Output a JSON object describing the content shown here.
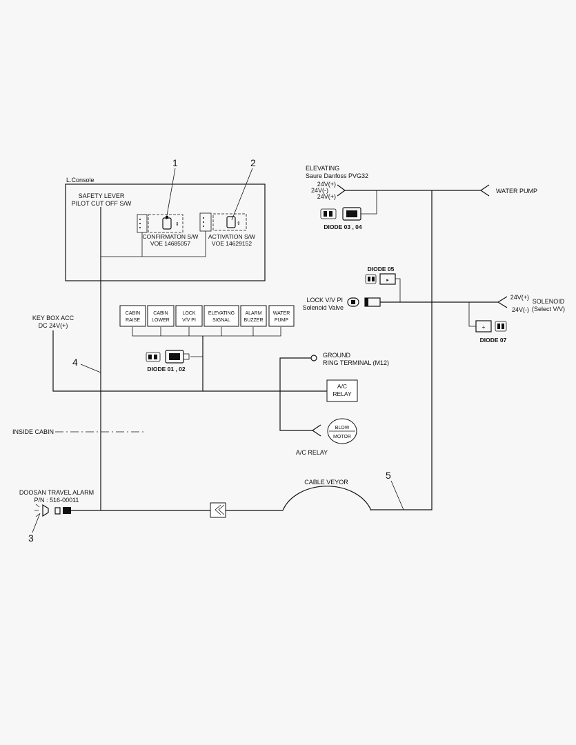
{
  "callouts": [
    "1",
    "2",
    "3",
    "4",
    "5"
  ],
  "console": {
    "title": "L.Console",
    "safety_lever_line1": "SAFETY LEVER",
    "safety_lever_line2": "PILOT CUT OFF S/W",
    "confirmation_line1": "CONFIRMATON S/W",
    "confirmation_line2": "VOE 14685057",
    "activation_line1": "ACTIVATION S/W",
    "activation_line2": "VOE 14629152"
  },
  "elevating": {
    "line1": "ELEVATING",
    "line2": "Saure Danfoss PVG32",
    "pins": [
      "24V(+)",
      "24V(-)",
      "24V(+)"
    ],
    "diode": "DIODE 03 , 04"
  },
  "water_pump": "WATER PUMP",
  "diode_05": "DIODE 05",
  "lock_valve": {
    "line1": "LOCK V/V PI",
    "line2": "Solenoid Valve"
  },
  "solenoid": {
    "pins": [
      "24V(+)",
      "24V(-)"
    ],
    "line1": "SOLENOID",
    "line2": "(Select V/V)",
    "diode": "DIODE 07"
  },
  "keybox": {
    "line1": "KEY BOX ACC",
    "line2": "DC 24V(+)"
  },
  "switch_panel": [
    [
      "CABIN",
      "RAISE"
    ],
    [
      "CABIN",
      "LOWER"
    ],
    [
      "LOCK",
      "V/V PI"
    ],
    [
      "ELEVATING",
      "SIGNAL"
    ],
    [
      "ALARM",
      "BUZZER"
    ],
    [
      "WATER",
      "PUMP"
    ]
  ],
  "diode_01": "DIODE 01 , 02",
  "ground": {
    "line1": "GROUND",
    "line2": "RING TERMINAL (M12)"
  },
  "ac_relay_box": [
    "A/C",
    "RELAY"
  ],
  "blow_motor": [
    "BLOW",
    "MOTOR"
  ],
  "ac_relay_label": "A/C RELAY",
  "inside_cabin": "INSIDE CABIN",
  "travel_alarm": {
    "line1": "DOOSAN TRAVEL ALARM",
    "line2": "P/N : 516-00011"
  },
  "cable_veyor": "CABLE VEYOR"
}
